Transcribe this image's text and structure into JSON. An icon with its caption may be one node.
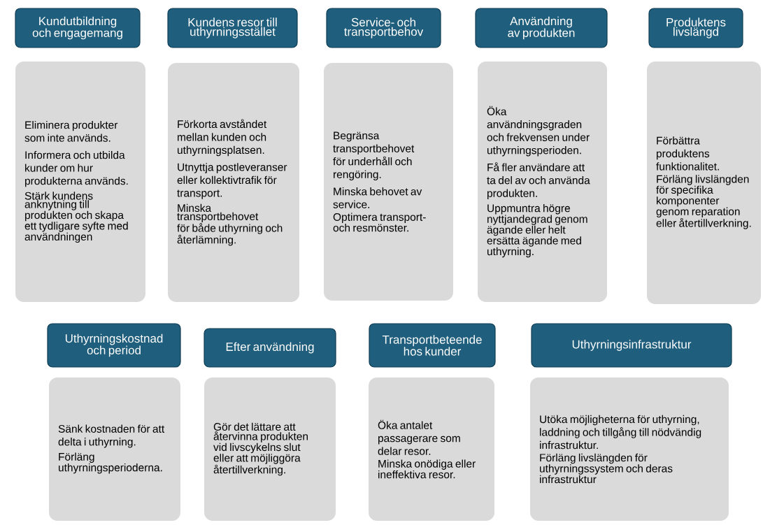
{
  "diagram": {
    "nodes": [
      {
        "text": [
          "Kundutbildning och engagemang"
        ]
      },
      {
        "text": [
          "Eliminera produkter som inte används.",
          "Informera och utbilda kunder om hur produkterna används.",
          "Stärk kundens anknytning till produkten och skapa ett tydligare syfte med användningen"
        ]
      },
      {
        "text": [
          "Kundens resor till uthyrningsstället"
        ]
      },
      {
        "text": [
          "Förkorta avståndet mellan kunden och uthyrningsplatsen.",
          "Utnyttja postleveranser eller kollektivtrafik för transport.",
          "Minska transportbehovet för både uthyrning och återlämning."
        ]
      },
      {
        "text": [
          "Service- och transportbehov"
        ]
      },
      {
        "text": [
          "Begränsa transportbehovet för underhåll och rengöring.",
          "Minska behovet av service.",
          "Optimera transport- och resmönster."
        ]
      },
      {
        "text": [
          "Användning av produkten"
        ]
      },
      {
        "text": [
          "Öka användningsgraden och frekvensen under uthyrningsperioden.",
          "Få fler användare att ta del av och använda produkten.",
          "Uppmuntra högre nyttjandegrad genom ägande eller helt ersätta ägande med uthyrning."
        ]
      },
      {
        "text": [
          "Produktens livslängd"
        ]
      },
      {
        "text": [
          "Förbättra produktens funktionalitet.",
          "Förläng livslängden för specifika komponenter genom reparation eller återtillverkning."
        ]
      },
      {
        "text": [
          "Uthyrningskostnad och period"
        ]
      },
      {
        "text": [
          "Sänk kostnaden för att delta i uthyrning.",
          "Förläng uthyrningsperioderna."
        ]
      },
      {
        "text": [
          "Efter användning"
        ]
      },
      {
        "text": [
          "Gör det lättare att återvinna produkten vid livscykelns slut eller att möjliggöra återtillverkning."
        ]
      },
      {
        "text": [
          "Transportbeteende hos kunder"
        ]
      },
      {
        "text": [
          "Öka antalet passagerare som delar resor.",
          "Minska onödiga eller ineffektiva resor."
        ]
      },
      {
        "text": [
          "Uthyrningsinfrastruktur"
        ]
      },
      {
        "text": [
          "Utöka möjligheterna för uthyrning, laddning och tillgång till nödvändig infrastruktur.",
          "Förläng livslängden för uthyrningssystem och deras infrastruktur"
        ]
      }
    ]
  }
}
